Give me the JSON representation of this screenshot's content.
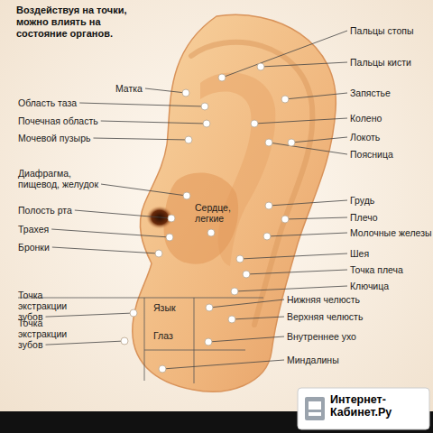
{
  "diagram": {
    "title": "Воздействуя на точки, можно влиять на состояние органов.",
    "labels": [
      "Пальцы стопы",
      "Пальцы кисти",
      "Матка",
      "Область таза",
      "Запястье",
      "Почечная область",
      "Колено",
      "Мочевой пузырь",
      "Локоть",
      "Поясница",
      "Диафрагма, пищевод, желудок",
      "Сердце, легкие",
      "Грудь",
      "Полость рта",
      "Плечо",
      "Молочные железы",
      "Трахея",
      "Бронки",
      "Шея",
      "Точка плеча",
      "Ключица",
      "Точка экстракции зубов",
      "Нижняя челюсть",
      "Язык",
      "Верхняя челюсть",
      "Точка экстракции зубов",
      "Глаз",
      "Внутреннее ухо",
      "Миндалины",
      "Интернет-Кабинет.Ру"
    ]
  }
}
